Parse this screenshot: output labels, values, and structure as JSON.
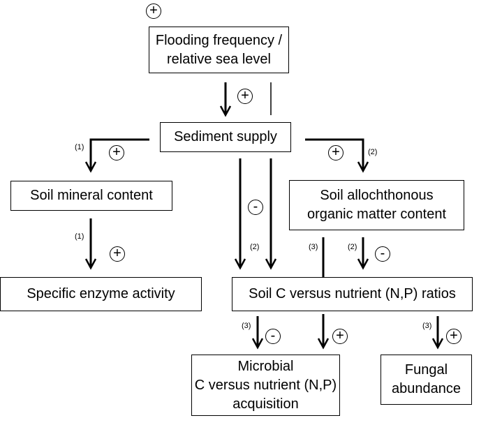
{
  "boxes": {
    "flooding": [
      "Flooding frequency /",
      "relative sea level"
    ],
    "sediment": [
      "Sediment supply"
    ],
    "mineral": [
      "Soil mineral content"
    ],
    "allochthonous": [
      "Soil allochthonous",
      "organic matter content"
    ],
    "enzyme": [
      "Specific enzyme activity"
    ],
    "ratios": [
      "Soil C versus nutrient (N,P) ratios"
    ],
    "microbial": [
      "Microbial",
      "C versus nutrient (N,P)",
      "acquisition"
    ],
    "fungal": [
      "Fungal",
      "abundance"
    ]
  },
  "signs": {
    "top": "+",
    "flood_to_sediment": "+",
    "sediment_to_mineral": "+",
    "sediment_to_allochthonous": "+",
    "mineral_to_enzyme": "+",
    "sediment_to_ratios": "-",
    "allochthonous_to_ratios": "-",
    "ratios_to_microbial_left": "-",
    "ratios_to_microbial_right": "+",
    "ratios_to_fungal": "+"
  },
  "labels": {
    "path1_a": "(1)",
    "path1_b": "(1)",
    "path2_a": "(2)",
    "path2_b": "(2)",
    "path2_c": "(2)",
    "path3_a": "(3)",
    "path3_b": "(3)",
    "path3_c": "(3)"
  }
}
